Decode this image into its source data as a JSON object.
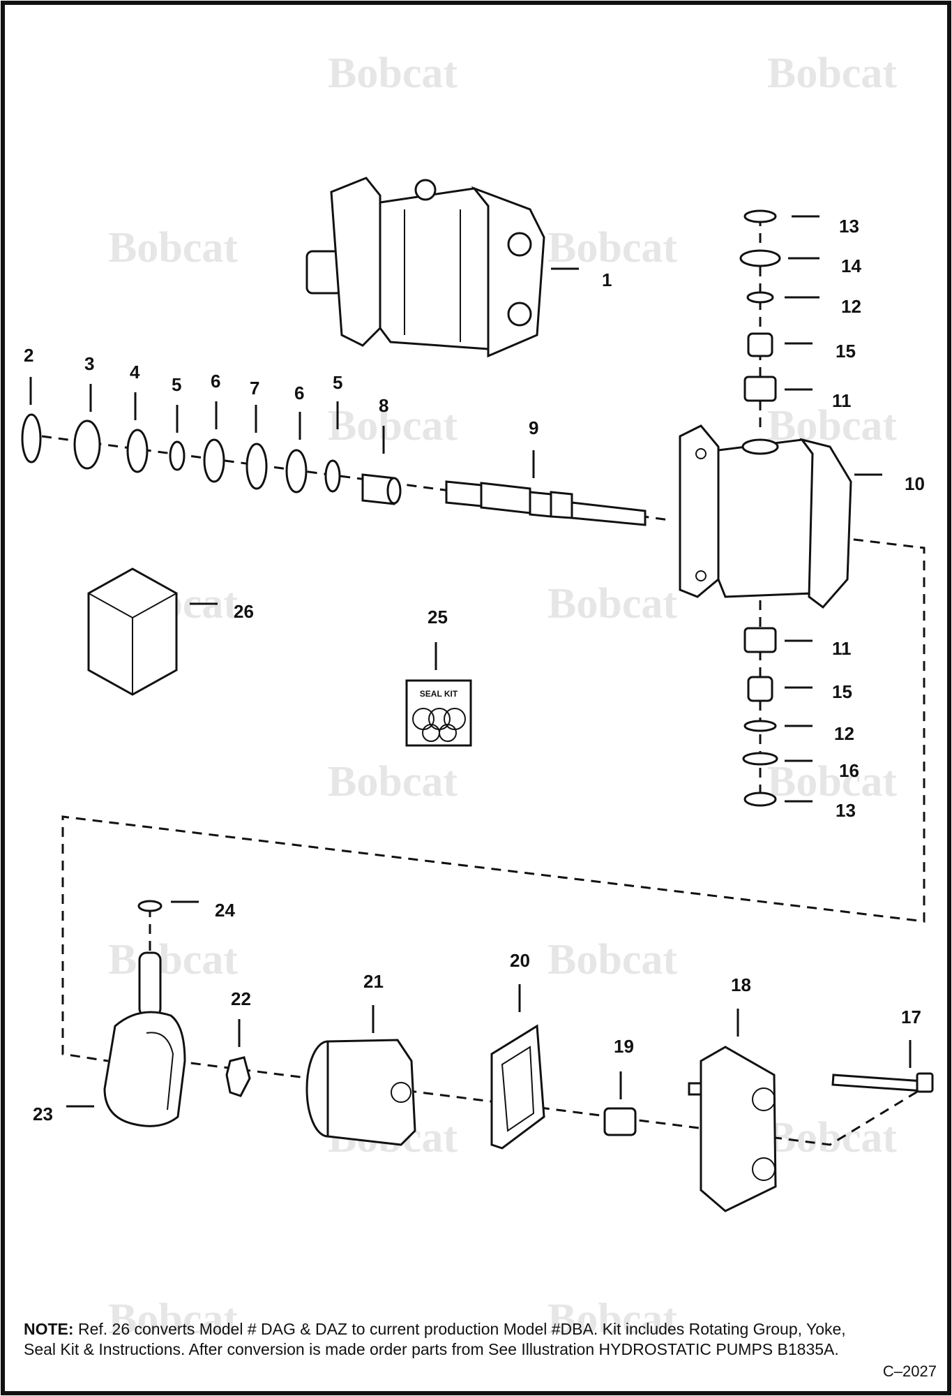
{
  "brand": {
    "watermark_text": "Bobcat",
    "watermark_color": "#e3e3e3",
    "line_color": "#111111"
  },
  "callouts": [
    "1",
    "2",
    "3",
    "4",
    "5",
    "6",
    "7",
    "6",
    "5",
    "8",
    "9",
    "10",
    "11",
    "11",
    "12",
    "12",
    "13",
    "13",
    "14",
    "15",
    "15",
    "16",
    "17",
    "18",
    "19",
    "20",
    "21",
    "22",
    "23",
    "24",
    "25",
    "26"
  ],
  "seal_kit_label": "SEAL KIT",
  "note": {
    "prefix": "NOTE:",
    "text": "Ref. 26 converts Model # DAG & DAZ to current production Model #DBA.  Kit includes Rotating Group, Yoke, Seal Kit & Instructions.  After conversion is made order parts from See Illustration HYDROSTATIC PUMPS B1835A."
  },
  "illustration_code": "C–2027"
}
